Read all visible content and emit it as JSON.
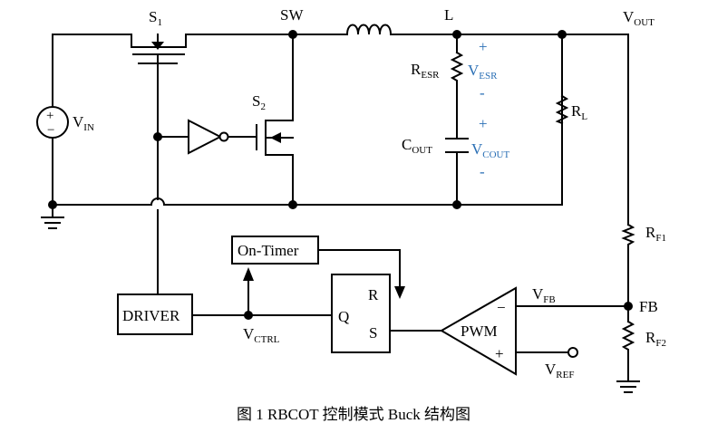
{
  "labels": {
    "s1_main": "S",
    "s1_sub": "1",
    "s2_main": "S",
    "s2_sub": "2",
    "sw": "SW",
    "l": "L",
    "vout_main": "V",
    "vout_sub": "OUT",
    "vin_main": "V",
    "vin_sub": "IN",
    "resr_main": "R",
    "resr_sub": "ESR",
    "vesr_main": "V",
    "vesr_sub": "ESR",
    "cout_main": "C",
    "cout_sub": "OUT",
    "vcout_main": "V",
    "vcout_sub": "COUT",
    "rl_main": "R",
    "rl_sub": "L",
    "rf1_main": "R",
    "rf1_sub": "F1",
    "rf2_main": "R",
    "rf2_sub": "F2",
    "fb": "FB",
    "vfb_main": "V",
    "vfb_sub": "FB",
    "vref_main": "V",
    "vref_sub": "REF",
    "vctrl_main": "V",
    "vctrl_sub": "CTRL",
    "on_timer": "On-Timer",
    "driver": "DRIVER",
    "q": "Q",
    "r": "R",
    "s": "S",
    "pwm": "PWM",
    "pwm_minus": "−",
    "pwm_plus": "+",
    "vesr_plus": "+",
    "vesr_minus": "-",
    "vcout_plus": "+",
    "vcout_minus": "-",
    "vin_plus": "+",
    "vin_minus": "−"
  },
  "caption": "图 1 RBCOT 控制模式 Buck 结构图",
  "colors": {
    "wire": "#000000",
    "polarity": "#2a6fb5"
  }
}
